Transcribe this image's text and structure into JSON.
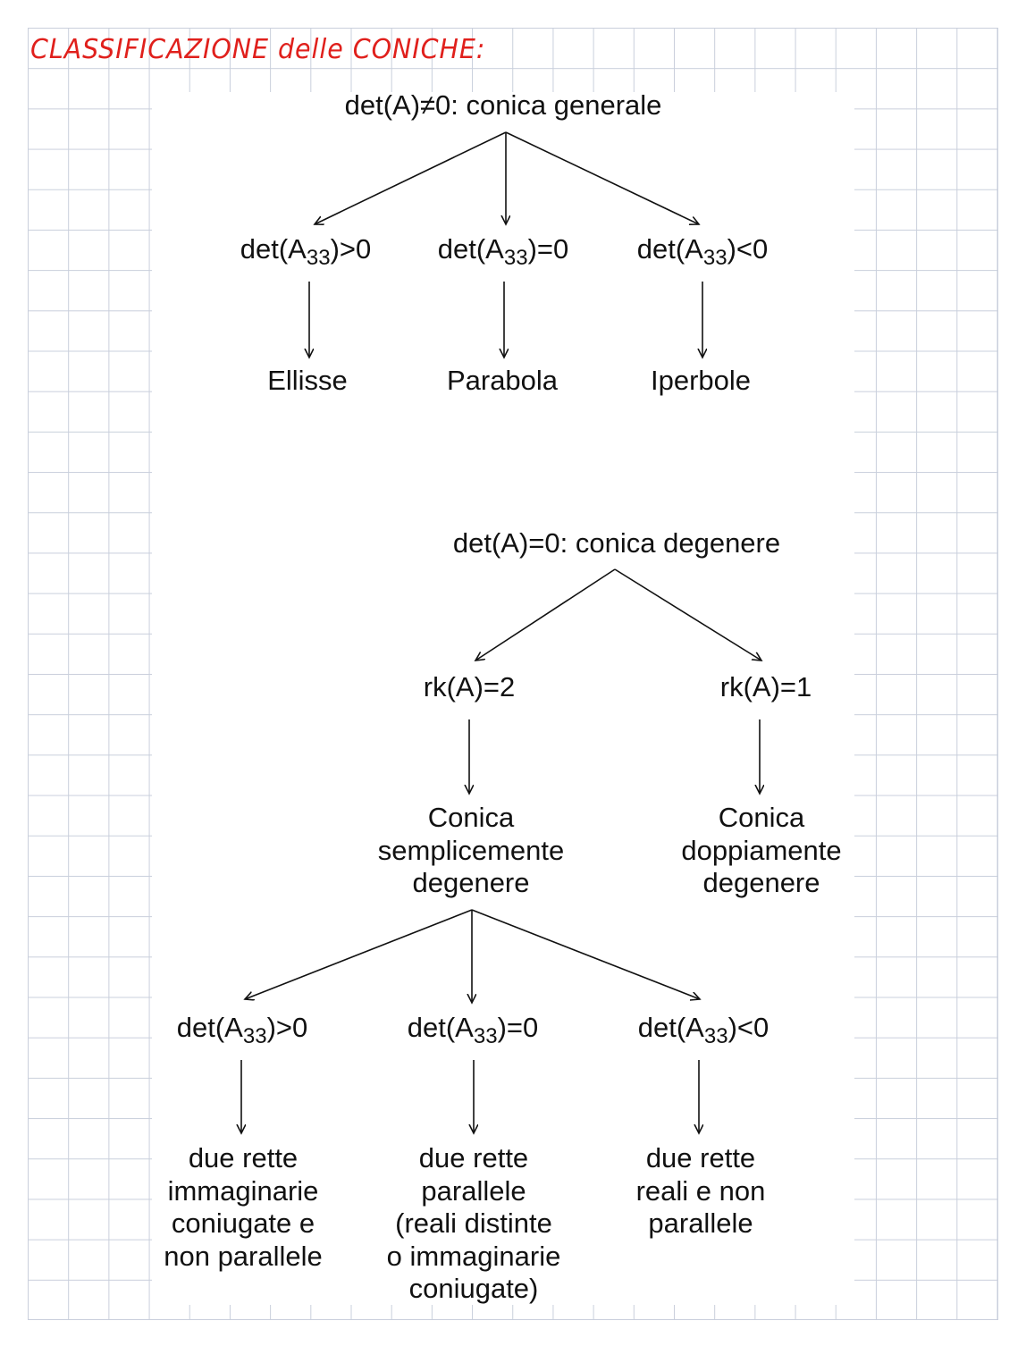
{
  "title": "CLASSIFICAZIONE delle CONICHE:",
  "general": {
    "root": "det(A)≠0: conica generale",
    "branches": [
      {
        "cond_pre": "det(A",
        "cond_sub": "33",
        "cond_post": ")>0",
        "result": "Ellisse"
      },
      {
        "cond_pre": "det(A",
        "cond_sub": "33",
        "cond_post": ")=0",
        "result": "Parabola"
      },
      {
        "cond_pre": "det(A",
        "cond_sub": "33",
        "cond_post": ")<0",
        "result": "Iperbole"
      }
    ]
  },
  "degenerate": {
    "root": "det(A)=0: conica degenere",
    "rank2": {
      "label": "rk(A)=2",
      "result": [
        "Conica",
        "semplicemente",
        "degenere"
      ]
    },
    "rank1": {
      "label": "rk(A)=1",
      "result": [
        "Conica",
        "doppiamente",
        "degenere"
      ]
    },
    "branches": [
      {
        "cond_pre": "det(A",
        "cond_sub": "33",
        "cond_post": ")>0",
        "result": [
          "due rette",
          "immaginarie",
          "coniugate e",
          "non parallele"
        ]
      },
      {
        "cond_pre": "det(A",
        "cond_sub": "33",
        "cond_post": ")=0",
        "result": [
          "due rette",
          "parallele",
          "(reali distinte",
          "o immaginarie",
          "coniugate)"
        ]
      },
      {
        "cond_pre": "det(A",
        "cond_sub": "33",
        "cond_post": ")<0",
        "result": [
          "due rette",
          "reali e non",
          "parallele"
        ]
      }
    ]
  }
}
